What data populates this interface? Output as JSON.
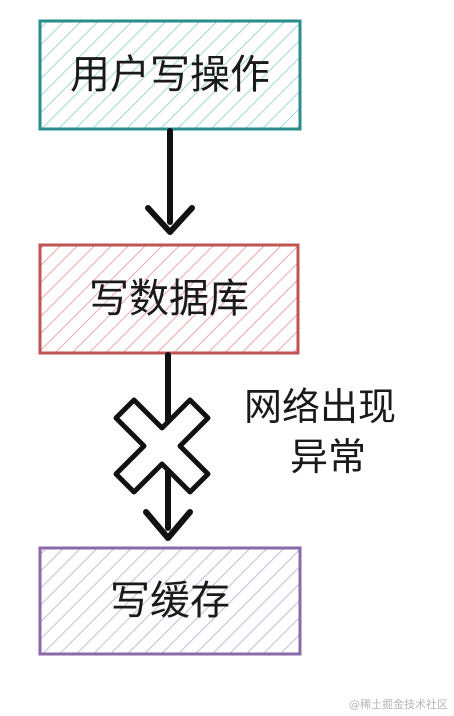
{
  "nodes": [
    {
      "id": "user-write",
      "label": "用户写操作",
      "stroke": "#2a8c8c",
      "hatch": "#9fd8d4"
    },
    {
      "id": "write-db",
      "label": "写数据库",
      "stroke": "#c05454",
      "hatch": "#eaa8a8"
    },
    {
      "id": "write-cache",
      "label": "写缓存",
      "stroke": "#8a6aa8",
      "hatch": "#cbb8dc"
    }
  ],
  "edges": [
    {
      "from": "user-write",
      "to": "write-db"
    },
    {
      "from": "write-db",
      "to": "write-cache",
      "failed": true
    }
  ],
  "annotation": {
    "line1": "网络出现",
    "line2": "异常"
  },
  "watermark": "@稀土掘金技术社区"
}
